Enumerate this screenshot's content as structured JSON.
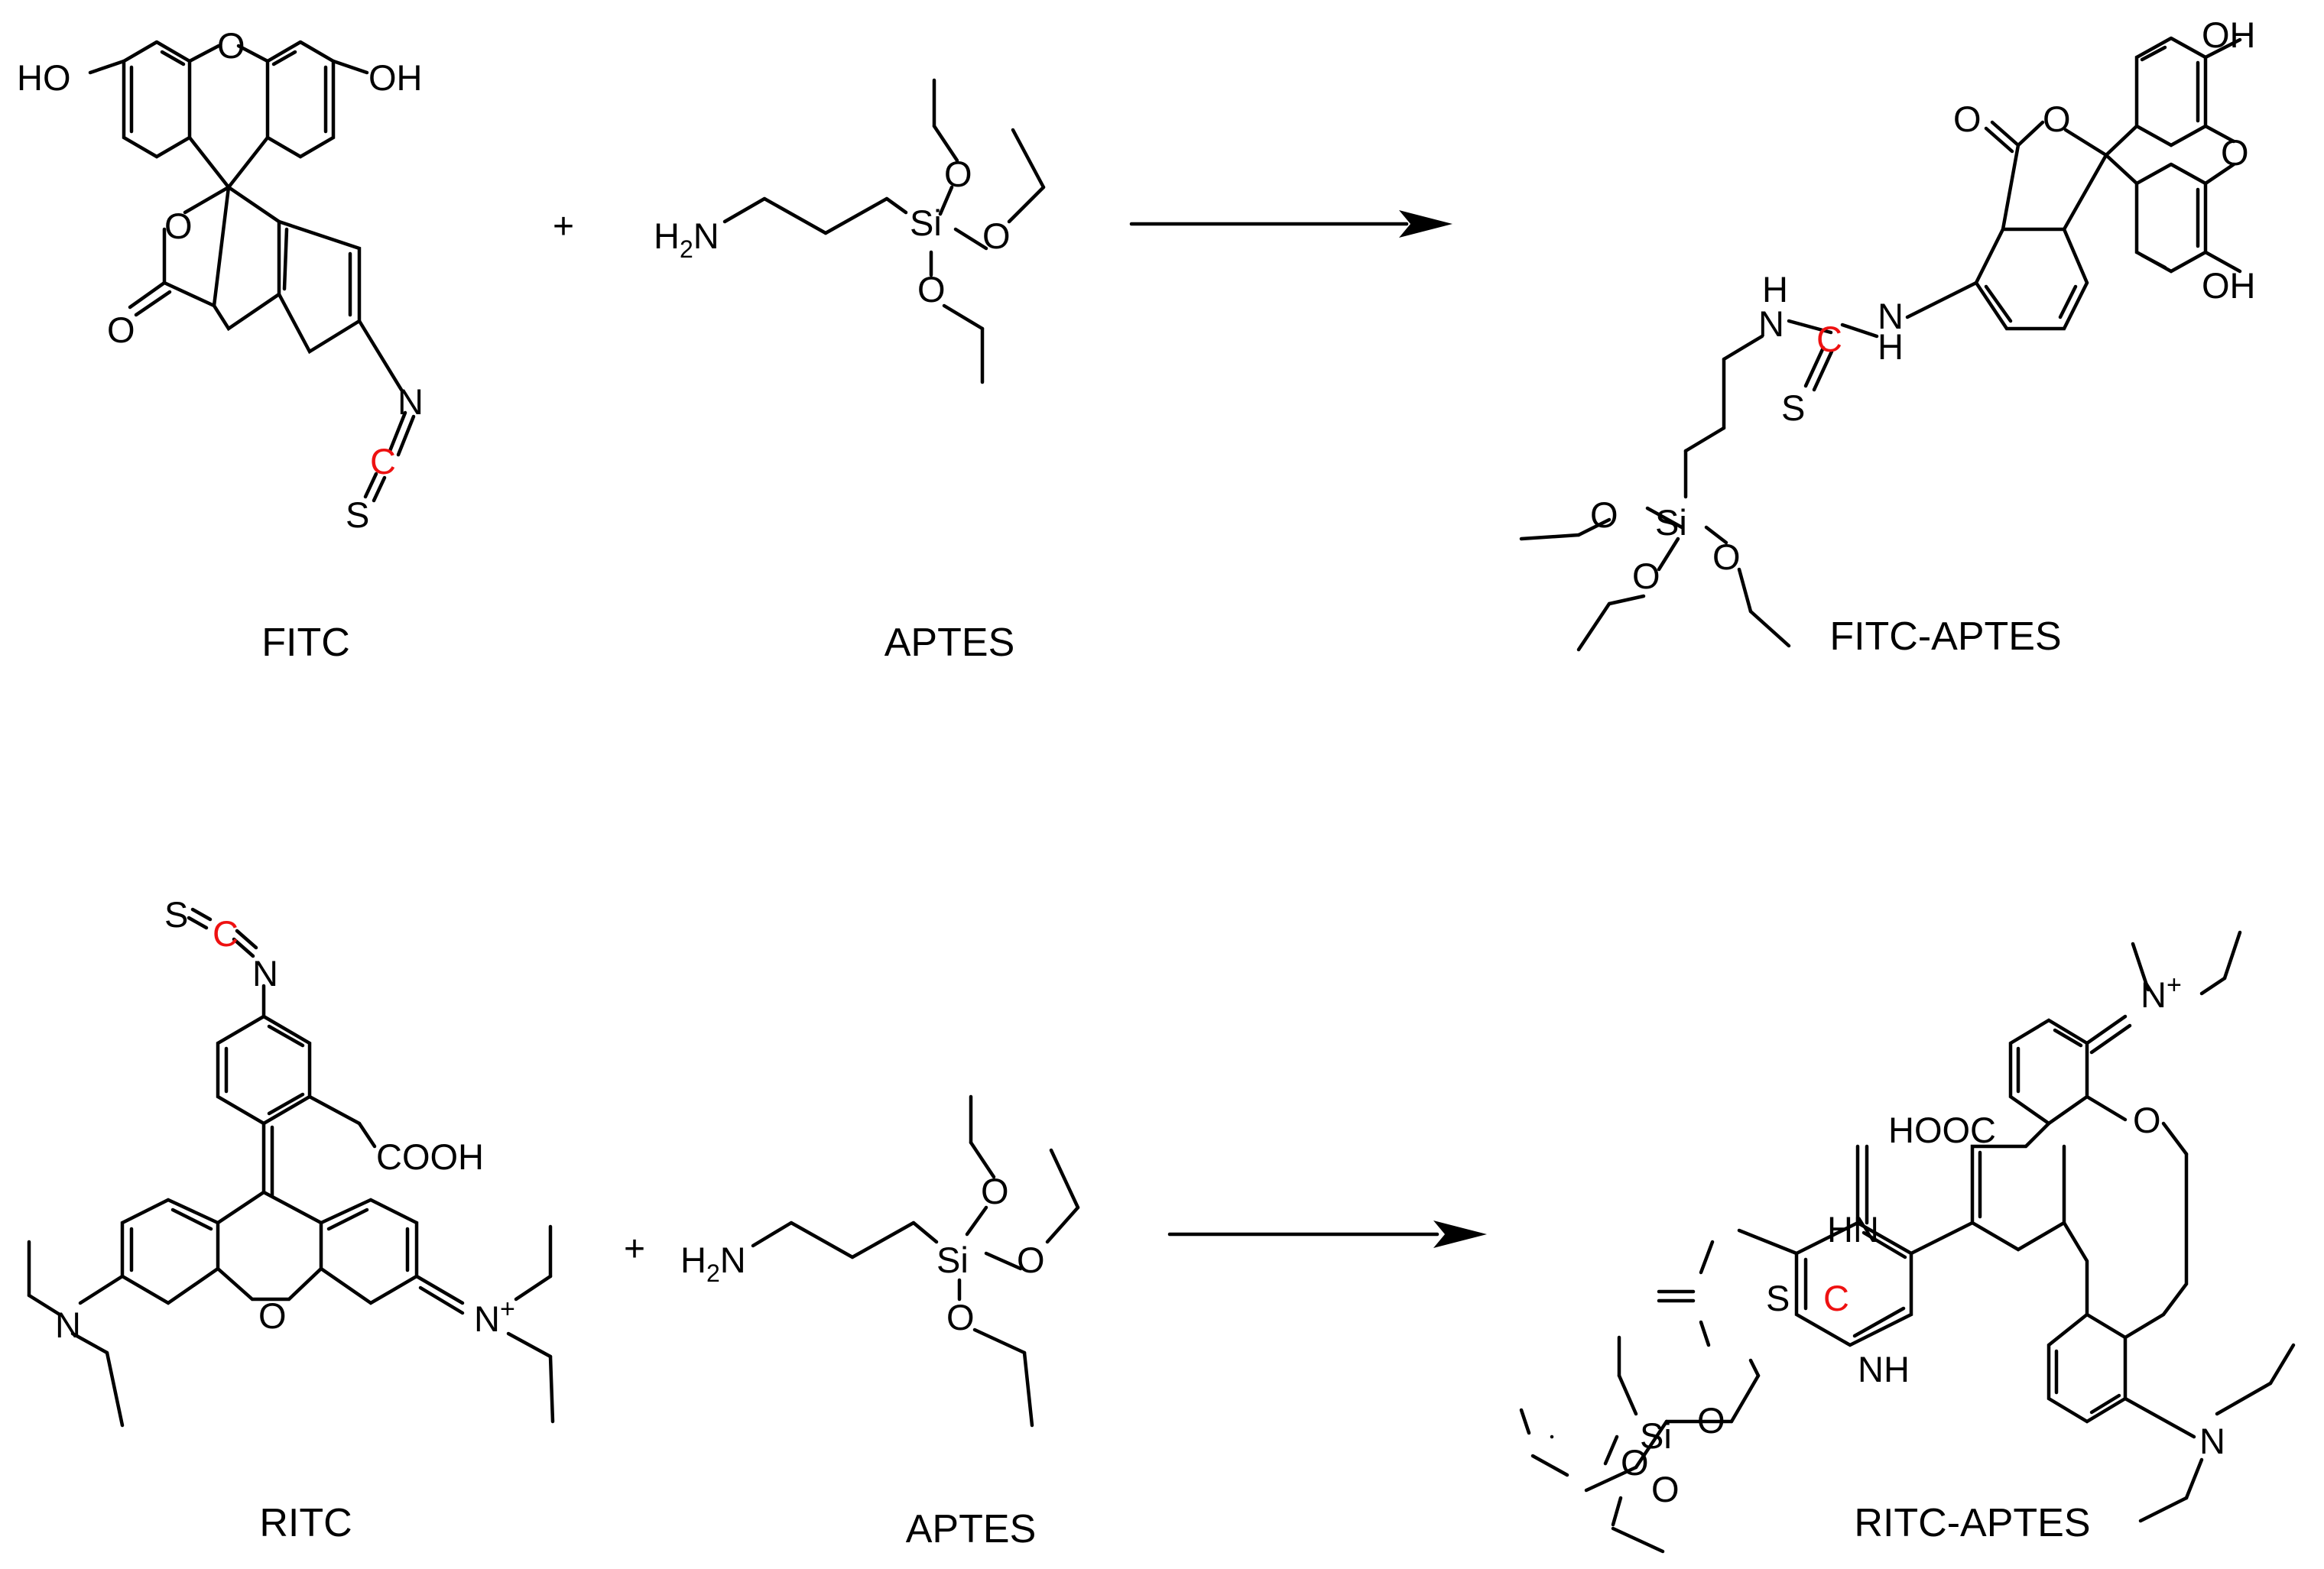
{
  "compounds": {
    "fitc": "FITC",
    "aptes_top": "APTES",
    "fitc_aptes": "FITC-APTES",
    "ritc": "RITC",
    "aptes_bottom": "APTES",
    "ritc_aptes": "RITC-APTES"
  },
  "operators": {
    "plus": "+"
  },
  "atoms": {
    "HO": "HO",
    "OH": "OH",
    "O": "O",
    "N": "N",
    "C": "C",
    "S": "S",
    "H": "H",
    "NH": "NH",
    "HN": "HN",
    "Si": "Si",
    "COOH": "COOH",
    "HOOC": "HOOC",
    "H2N_H": "H",
    "H2N_2": "2",
    "H2N_N": "N",
    "plus_charge": "+"
  },
  "colors": {
    "isothiocyanate_carbon": "#ee1111",
    "bonds": "#000000"
  }
}
